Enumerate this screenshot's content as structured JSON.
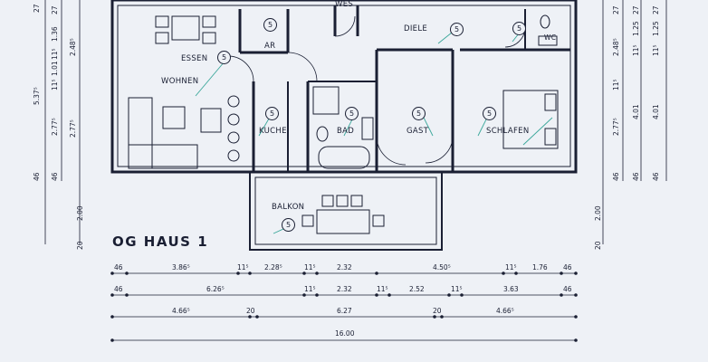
{
  "plan": {
    "title": "OG HAUS 1",
    "marker_symbol": "5",
    "rooms": {
      "wes": "WES",
      "essen": "ESSEN",
      "ar": "AR",
      "diele": "DIELE",
      "wc": "WC",
      "wohnen": "WOHNEN",
      "kueche": "KUCHE",
      "bad": "BAD",
      "gast": "GAST",
      "schlafen": "SCHLAFEN",
      "balkon": "BALKON"
    },
    "dims_left_outer": [
      "27",
      "1.36",
      "2.48⁵",
      "5.37⁵",
      "2.77⁵",
      "46",
      "2.00",
      "20"
    ],
    "dims_left_inner": [
      "27",
      "11⁵",
      "1.01",
      "11⁵",
      "2.77⁵",
      "46"
    ],
    "dims_right_outer": [
      "27",
      "11⁵",
      "1.25",
      "4.01",
      "46"
    ],
    "dims_right_mid": [
      "27",
      "11⁵",
      "1.25",
      "4.01",
      "46"
    ],
    "dims_right_inner": [
      "27",
      "2.48⁵",
      "11⁵",
      "2.77⁵",
      "46",
      "2.00",
      "20"
    ],
    "dims_row1": [
      "46",
      "3.86⁵",
      "11⁵",
      "2.28⁵",
      "11⁵",
      "2.32",
      "4.50⁵",
      "11⁵",
      "1.76",
      "46"
    ],
    "dims_row2": [
      "46",
      "6.26⁵",
      "11⁵",
      "2.32",
      "11⁵",
      "2.52",
      "11⁵",
      "3.63",
      "46"
    ],
    "dims_row3": [
      "4.66⁵",
      "20",
      "6.27",
      "20",
      "4.66⁵"
    ],
    "dims_row4": [
      "16.00"
    ]
  }
}
